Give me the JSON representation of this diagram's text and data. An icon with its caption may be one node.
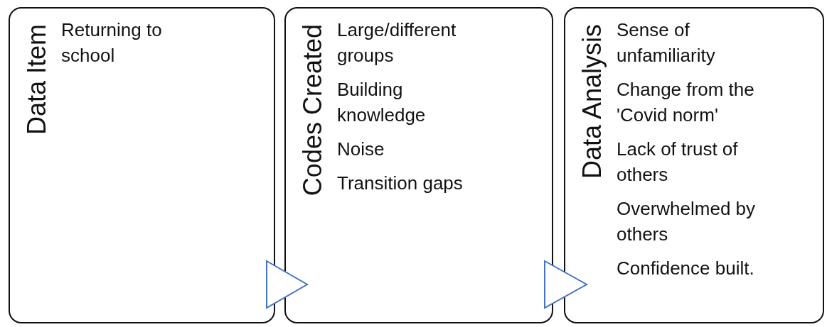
{
  "diagram": {
    "nodes": [
      {
        "text": [
          "Data Item",
          "Returning to school"
        ]
      },
      {
        "text": [
          "Codes Created",
          "Large/different groups",
          "Building knowledge",
          "Noise",
          "Transition gaps"
        ]
      },
      {
        "text": [
          "Data Analysis",
          "Sense of unfamiliarity",
          "Change from the 'Covid norm'",
          "Lack of trust of others",
          "Overwhelmed by others",
          "Confidence built."
        ]
      }
    ],
    "edges": [
      {
        "from": 0,
        "to": 1,
        "arrow": "to"
      },
      {
        "from": 1,
        "to": 2,
        "arrow": "to"
      }
    ]
  }
}
